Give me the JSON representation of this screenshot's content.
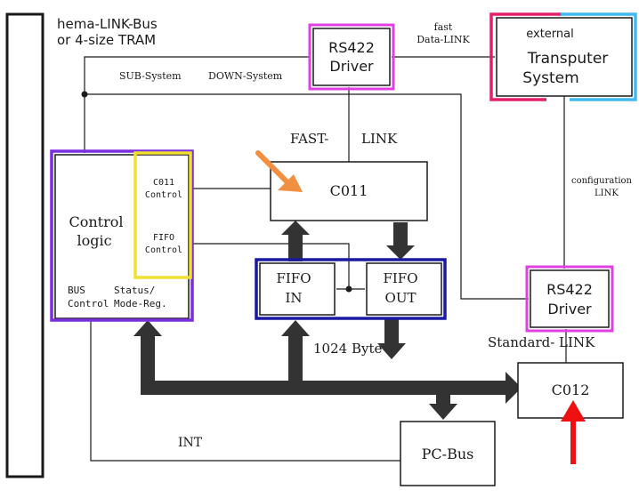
{
  "bus_label": {
    "line1": "hema-LINK-Bus",
    "line2": "or 4-size TRAM"
  },
  "rs422_top": {
    "line1": "RS422",
    "line2": "Driver"
  },
  "fast_data_link": {
    "line1": "fast",
    "line2": "Data-LINK"
  },
  "external": {
    "line1": "external",
    "line2": "Transputer",
    "line3": "System"
  },
  "sub_system": "SUB-System",
  "down_system": "DOWN-System",
  "fast_link": {
    "part1": "FAST-",
    "part2": "LINK"
  },
  "configuration_link": {
    "line1": "configuration",
    "line2": "LINK"
  },
  "control_logic": {
    "line1": "Control",
    "line2": "logic",
    "bus_control_1": "BUS",
    "bus_control_2": "Control",
    "status_1": "Status/",
    "status_2": "Mode-Reg."
  },
  "c011_control": {
    "line1": "C011",
    "line2": "Control"
  },
  "fifo_control": {
    "line1": "FIFO",
    "line2": "Control"
  },
  "c011": "C011",
  "fifo_in": {
    "line1": "FIFO",
    "line2": "IN"
  },
  "fifo_out": {
    "line1": "FIFO",
    "line2": "OUT"
  },
  "byte_label": "1024 Byte",
  "rs422_bottom": {
    "line1": "RS422",
    "line2": "Driver"
  },
  "standard_link": "Standard- LINK",
  "c012": "C012",
  "int_label": "INT",
  "pc_bus": "PC-Bus",
  "colors": {
    "ink": "#1a1a1a",
    "bus_arrow": "#333333",
    "magenta": "#e040e0",
    "purple": "#7a2ee0",
    "yellow": "#f0e030",
    "blue": "#1a1aa0",
    "cyan": "#40b8f0",
    "pink": "#e0206a",
    "orange": "#f09040",
    "red": "#ee1111"
  }
}
